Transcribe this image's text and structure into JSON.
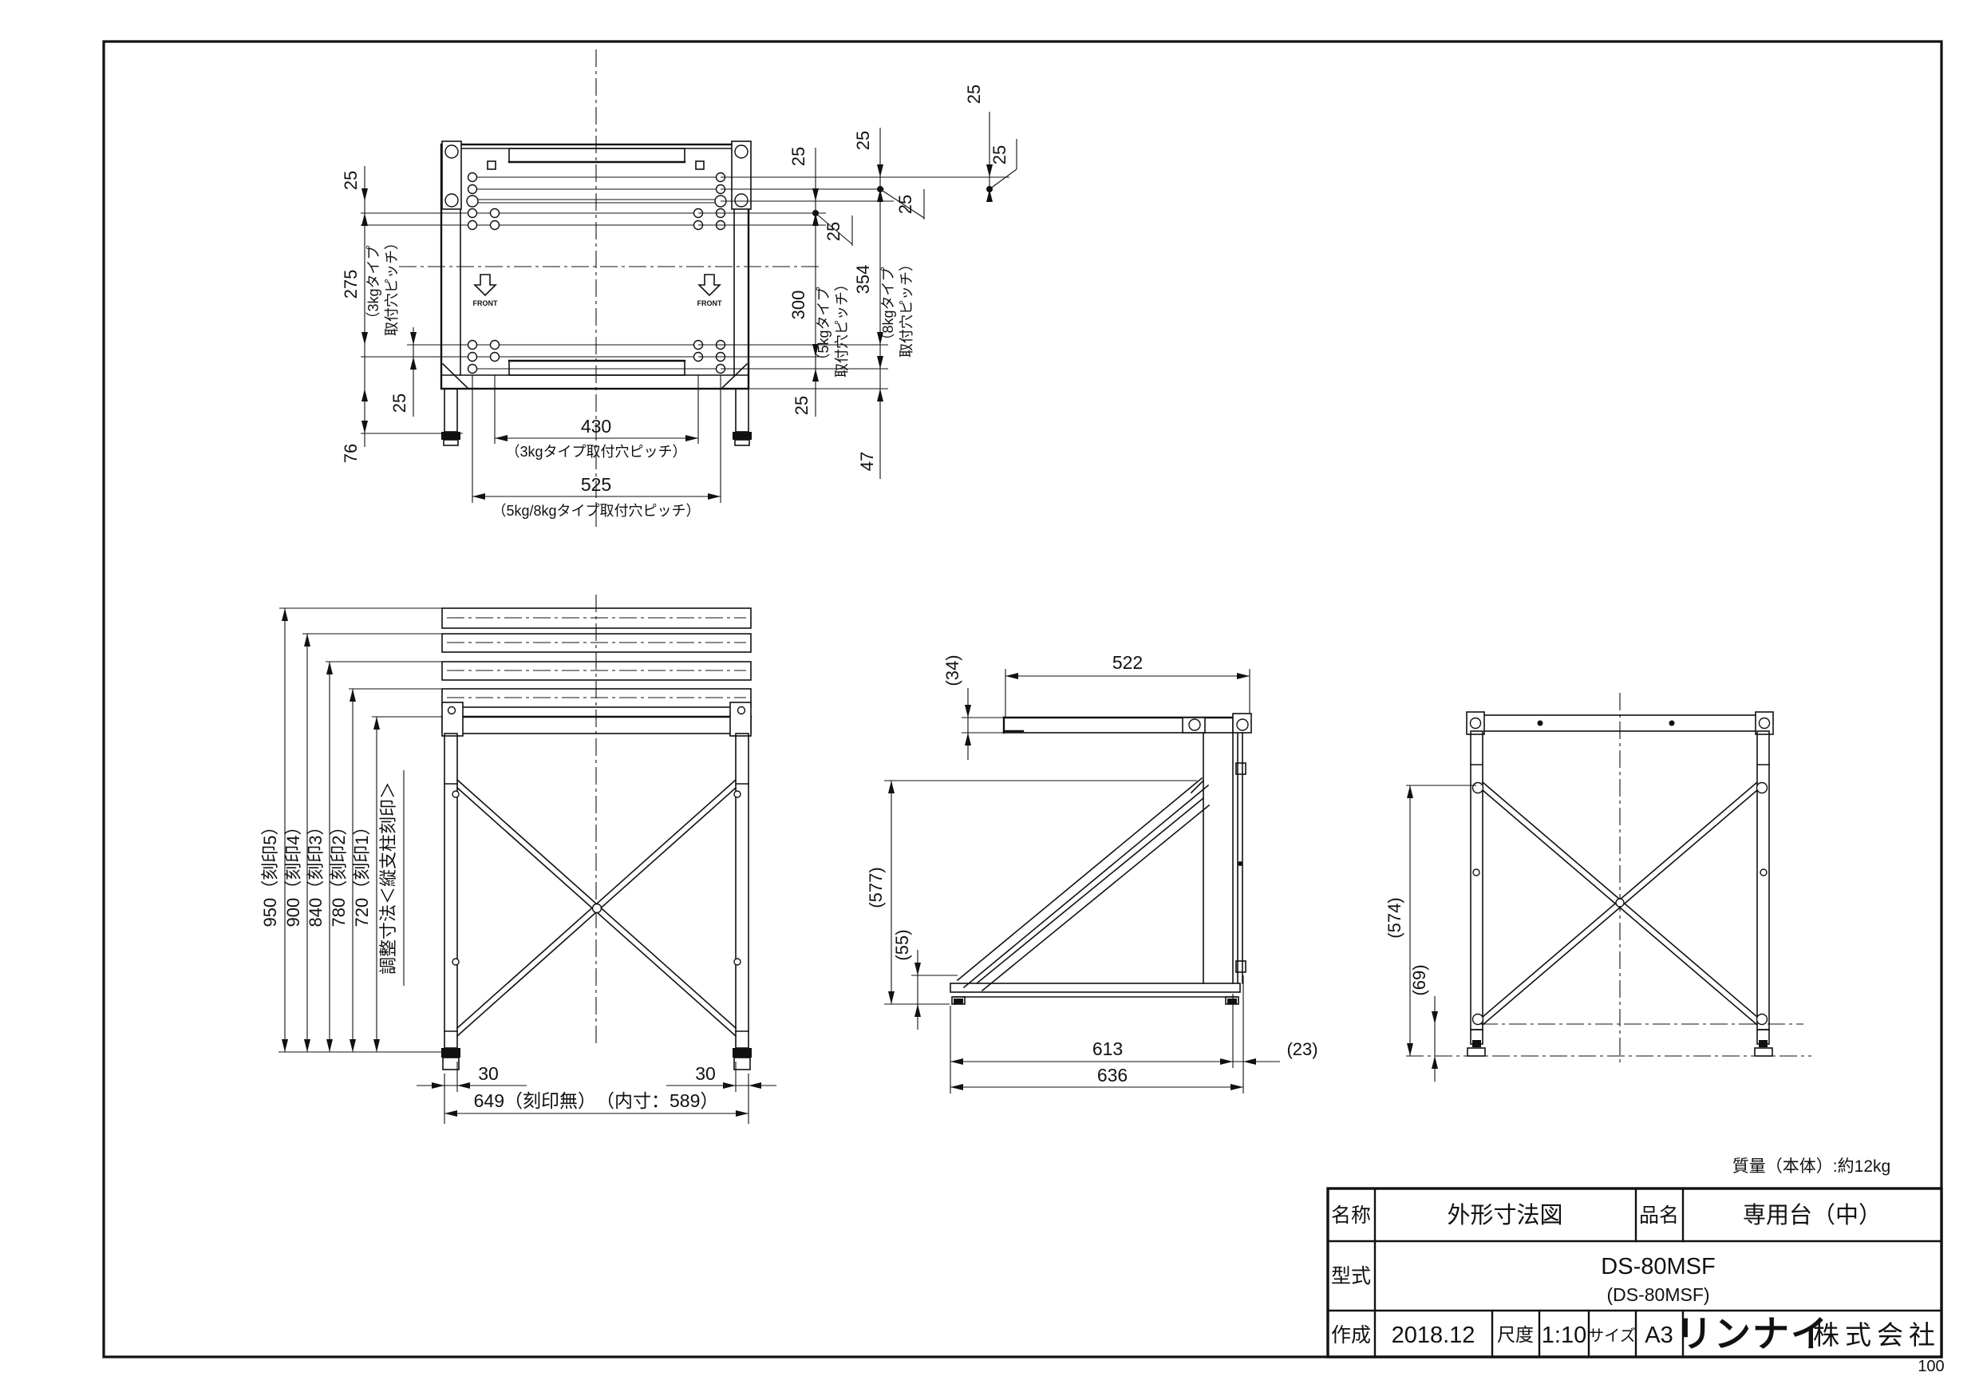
{
  "page": {
    "number": "100",
    "mass_note": "質量（本体）:約12kg"
  },
  "title_block": {
    "name_label": "名称",
    "name_value": "外形寸法図",
    "product_label": "品名",
    "product_value": "専用台（中）",
    "model_label": "型式",
    "model_value": "DS-80MSF",
    "model_value_sub": "(DS-80MSF)",
    "created_label": "作成",
    "created_value": "2018.12",
    "scale_label": "尺度",
    "scale_value": "1:10",
    "size_label": "サイズ",
    "size_value": "A3",
    "company_logo": "リンナイ",
    "company_suffix": "株式会社"
  },
  "top_view": {
    "front_arrow_label": "FRONT",
    "left": {
      "d25_top": "25",
      "d275": "275",
      "d275_note1": "（3kgタイプ",
      "d275_note2": "取付穴ピッチ）",
      "d25_bottom": "25",
      "d76": "76"
    },
    "bottom": {
      "d430": "430",
      "d430_note": "（3kgタイプ取付穴ピッチ）",
      "d525": "525",
      "d525_note": "（5kg/8kgタイプ取付穴ピッチ）"
    },
    "right": {
      "d25_v1": "25",
      "d25_v2": "25",
      "d25_v3": "25",
      "d25_leader1": "25",
      "d25_leader2": "25",
      "d25_leader3": "25",
      "d300": "300",
      "d300_note1": "（5kgタイプ",
      "d300_note2": "取付穴ピッチ）",
      "d354": "354",
      "d354_note1": "（8kgタイプ",
      "d354_note2": "取付穴ピッチ）",
      "d25_bottom": "25",
      "d47": "47"
    }
  },
  "front_view": {
    "h950": "950（刻印5）",
    "h900": "900（刻印4）",
    "h840": "840（刻印3）",
    "h780": "780（刻印2）",
    "h720": "720（刻印1）",
    "adjust_note": "調整寸法＜縦支柱刻印＞",
    "d30_left": "30",
    "d30_right": "30",
    "d649": "649（刻印無）　（内寸：589）"
  },
  "side_view": {
    "d34": "(34)",
    "d522": "522",
    "d577": "(577)",
    "d55": "(55)",
    "d613": "613",
    "d636": "636",
    "d23": "(23)"
  },
  "back_view": {
    "d574": "(574)",
    "d69": "(69)"
  }
}
